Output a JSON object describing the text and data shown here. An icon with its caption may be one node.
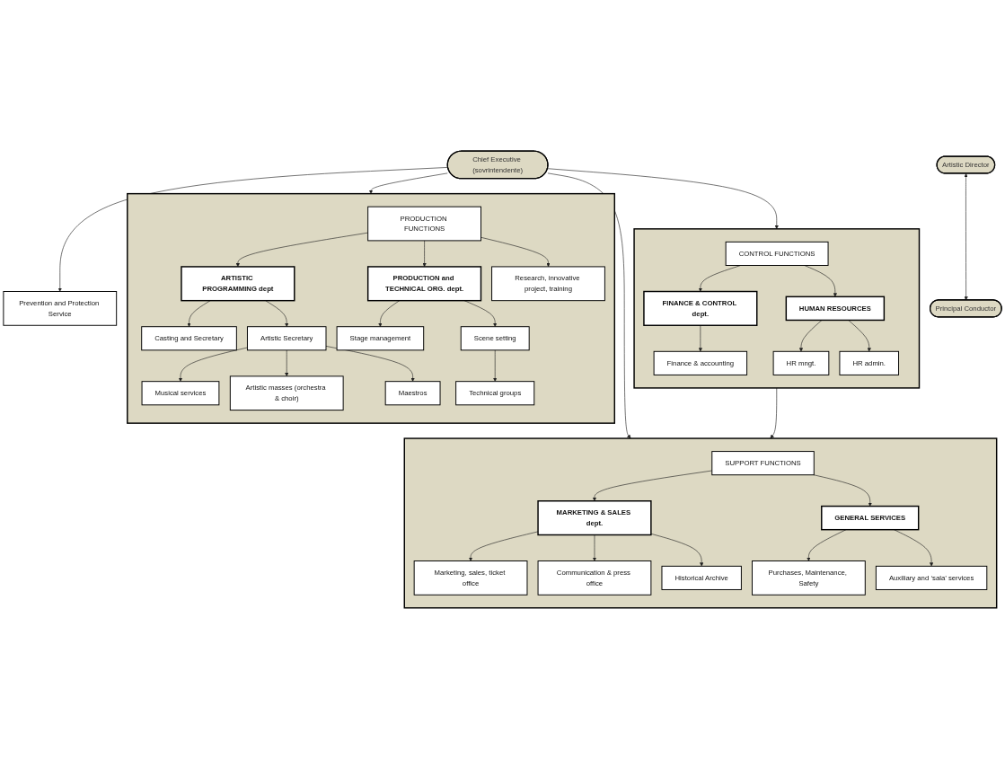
{
  "diagram": {
    "nodes": [
      {
        "text": [
          "Chief Executive (sovrintendente)"
        ]
      },
      {
        "text": [
          "Prevention and Protection Service"
        ]
      },
      {
        "text": [
          "Artistic Director"
        ]
      },
      {
        "text": [
          "Principal Conductor"
        ]
      },
      {
        "text": [],
        "shape": "box"
      },
      {
        "text": [
          "PRODUCTION FUNCTIONS"
        ],
        "in": 4
      },
      {
        "text": [
          "ARTISTIC PROGRAMMING dept"
        ],
        "in": 4
      },
      {
        "text": [
          "PRODUCTION and TECHNICAL ORG. dept."
        ],
        "in": 4
      },
      {
        "text": [
          "Casting and Secretary"
        ],
        "in": 4
      },
      {
        "text": [
          "Artistic Secretary"
        ],
        "in": 4
      },
      {
        "text": [
          "Stage management"
        ],
        "in": 4
      },
      {
        "text": [
          "Scene setting"
        ],
        "in": 4
      },
      {
        "text": [
          "Musical services"
        ],
        "in": 4
      },
      {
        "text": [
          "Technical groups"
        ],
        "in": 4
      },
      {
        "text": [
          "Artistic masses (orchestra & choir)"
        ],
        "in": 4
      },
      {
        "text": [
          "Maestros"
        ],
        "in": 4
      },
      {
        "text": [
          "Research, innovative project, training"
        ],
        "in": 4
      },
      {
        "text": [],
        "shape": "box"
      },
      {
        "text": [
          "SUPPORT FUNCTIONS"
        ],
        "in": 17
      },
      {
        "text": [
          "MARKETING & SALES dept."
        ],
        "in": 17
      },
      {
        "text": [
          "Marketing, sales, ticket office"
        ],
        "in": 17
      },
      {
        "text": [
          "Communication & press office"
        ],
        "in": 17
      },
      {
        "text": [
          "Historical Archive"
        ],
        "in": 17
      },
      {
        "text": [
          "GENERAL SERVICES"
        ],
        "in": 17
      },
      {
        "text": [
          "Purchases, Maintenance, Safety"
        ],
        "in": 17
      },
      {
        "text": [
          "Auxiliary and ‘sala’ services"
        ],
        "in": 17
      },
      {
        "text": [],
        "shape": "box"
      },
      {
        "text": [
          "CONTROL FUNCTIONS"
        ],
        "in": 26
      },
      {
        "text": [
          "FINANCE & CONTROL dept."
        ],
        "in": 26
      },
      {
        "text": [
          "Finance & accounting"
        ],
        "in": 26
      },
      {
        "text": [
          "HUMAN RESOURCES"
        ],
        "in": 26
      },
      {
        "text": [
          "HR mngt."
        ],
        "in": 26
      },
      {
        "text": [
          "HR admin."
        ],
        "in": 26
      }
    ],
    "edges": [
      {
        "from": 0,
        "to": 1,
        "arrow": "to"
      },
      {
        "from": 2,
        "to": 3,
        "arrow": "both"
      },
      {
        "from": 0,
        "to": 4,
        "arrow": "to"
      },
      {
        "from": 0,
        "to": 17,
        "arrow": "to"
      },
      {
        "from": 0,
        "to": 26,
        "arrow": "to"
      },
      {
        "from": 5,
        "to": 6,
        "arrow": "to"
      },
      {
        "from": 5,
        "to": 7,
        "arrow": "to"
      },
      {
        "from": 5,
        "to": 16,
        "arrow": "to"
      },
      {
        "from": 6,
        "to": 8,
        "arrow": "to"
      },
      {
        "from": 6,
        "to": 9,
        "arrow": "to"
      },
      {
        "from": 7,
        "to": 10,
        "arrow": "to"
      },
      {
        "from": 7,
        "to": 11,
        "arrow": "to"
      },
      {
        "from": 9,
        "to": 12,
        "arrow": "to"
      },
      {
        "from": 9,
        "to": 14,
        "arrow": "to"
      },
      {
        "from": 9,
        "to": 15,
        "arrow": "to"
      },
      {
        "from": 11,
        "to": 13,
        "arrow": "to"
      },
      {
        "from": 18,
        "to": 19,
        "arrow": "to"
      },
      {
        "from": 18,
        "to": 23,
        "arrow": "to"
      },
      {
        "from": 19,
        "to": 20,
        "arrow": "to"
      },
      {
        "from": 19,
        "to": 21,
        "arrow": "to"
      },
      {
        "from": 19,
        "to": 22,
        "arrow": "to"
      },
      {
        "from": 23,
        "to": 24,
        "arrow": "to"
      },
      {
        "from": 23,
        "to": 25,
        "arrow": "to"
      },
      {
        "from": 27,
        "to": 28,
        "arrow": "to"
      },
      {
        "from": 27,
        "to": 30,
        "arrow": "to"
      },
      {
        "from": 28,
        "to": 29,
        "arrow": "to"
      },
      {
        "from": 30,
        "to": 31,
        "arrow": "to"
      },
      {
        "from": 30,
        "to": 32,
        "arrow": "to"
      },
      {
        "from": 26,
        "to": 17,
        "arrow": "to"
      }
    ]
  }
}
